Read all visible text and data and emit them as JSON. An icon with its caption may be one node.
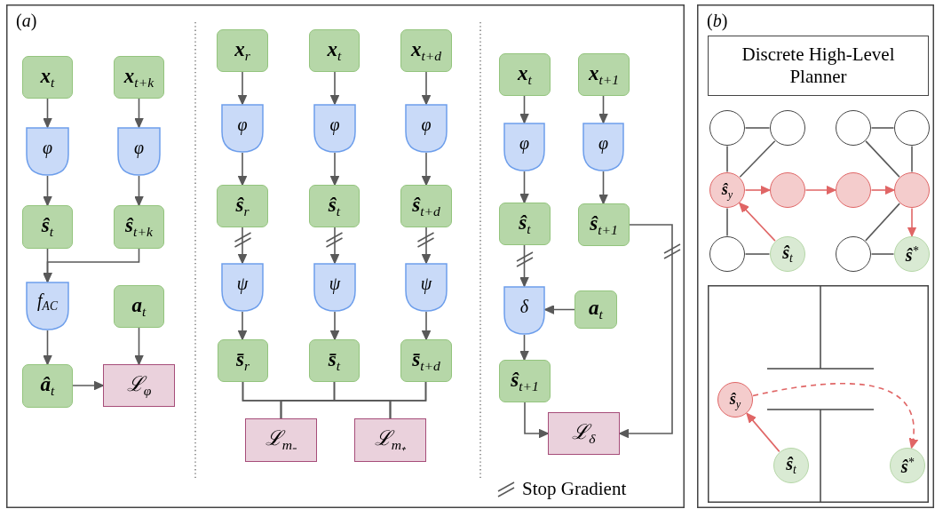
{
  "diagram": {
    "nodes": [
      {
        "text": [
          "(*a*)"
        ]
      },
      {
        "text": [
          "**x**$_{t}$"
        ],
        "in": 0
      },
      {
        "text": [
          "**x**$_{t+k}$"
        ],
        "in": 0
      },
      {
        "text": [
          "φ"
        ],
        "in": 0
      },
      {
        "text": [
          "φ"
        ],
        "in": 0
      },
      {
        "text": [
          "**ŝ**$_{t}$"
        ],
        "in": 0
      },
      {
        "text": [
          "**ŝ**$_{t+k}$"
        ],
        "in": 0
      },
      {
        "text": [
          "f$_{AC}$"
        ],
        "in": 0
      },
      {
        "text": [
          "**a**$_{t}$"
        ],
        "in": 0
      },
      {
        "text": [
          "**â**$_{t}$"
        ],
        "in": 0
      },
      {
        "text": [
          "ℒ$_{φ}$"
        ],
        "in": 0
      },
      {
        "text": [
          "**x**$_{r}$"
        ],
        "in": 0
      },
      {
        "text": [
          "**x**$_{t}$"
        ],
        "in": 0
      },
      {
        "text": [
          "**x**$_{t+d}$"
        ],
        "in": 0
      },
      {
        "text": [
          "φ"
        ],
        "in": 0
      },
      {
        "text": [
          "φ"
        ],
        "in": 0
      },
      {
        "text": [
          "φ"
        ],
        "in": 0
      },
      {
        "text": [
          "**ŝ**$_{r}$"
        ],
        "in": 0
      },
      {
        "text": [
          "**ŝ**$_{t}$"
        ],
        "in": 0
      },
      {
        "text": [
          "**ŝ**$_{t+d}$"
        ],
        "in": 0
      },
      {
        "text": [
          "ψ"
        ],
        "in": 0
      },
      {
        "text": [
          "ψ"
        ],
        "in": 0
      },
      {
        "text": [
          "ψ"
        ],
        "in": 0
      },
      {
        "text": [
          "**s̄**$_{r}$"
        ],
        "in": 0
      },
      {
        "text": [
          "**s̄**$_{t}$"
        ],
        "in": 0
      },
      {
        "text": [
          "**s̄**$_{t+d}$"
        ],
        "in": 0
      },
      {
        "text": [
          "ℒ$_{m₋}$"
        ],
        "in": 0
      },
      {
        "text": [
          "ℒ$_{m₊}$"
        ],
        "in": 0
      },
      {
        "text": [
          "**x**$_{t}$"
        ],
        "in": 0
      },
      {
        "text": [
          "**x**$_{t+1}$"
        ],
        "in": 0
      },
      {
        "text": [
          "φ"
        ],
        "in": 0
      },
      {
        "text": [
          "φ"
        ],
        "in": 0
      },
      {
        "text": [
          "**ŝ**$_{t}$"
        ],
        "in": 0
      },
      {
        "text": [
          "**ŝ**$_{t+1}$"
        ],
        "in": 0
      },
      {
        "text": [
          "δ"
        ],
        "in": 0
      },
      {
        "text": [
          "**a**$_{t}$"
        ],
        "in": 0
      },
      {
        "text": [
          "**ŝ**$_{t+1}$"
        ],
        "in": 0
      },
      {
        "text": [
          "ℒ$_{δ}$"
        ],
        "in": 0
      },
      {
        "text": [
          "(*b*)"
        ]
      },
      {
        "text": [
          "Discrete High-Level Planner"
        ],
        "in": 38
      },
      {
        "text": [],
        "shape": "circle",
        "in": 38
      },
      {
        "text": [],
        "shape": "circle",
        "in": 38
      },
      {
        "text": [],
        "shape": "circle",
        "in": 38
      },
      {
        "text": [],
        "shape": "circle",
        "in": 38
      },
      {
        "text": [
          "**ŝ**$_{y}$"
        ],
        "in": 38
      },
      {
        "text": [],
        "shape": "circle",
        "in": 38
      },
      {
        "text": [],
        "shape": "circle",
        "in": 38
      },
      {
        "text": [],
        "shape": "circle",
        "in": 38
      },
      {
        "text": [],
        "shape": "circle",
        "in": 38
      },
      {
        "text": [
          "**ŝ**$_{t}$"
        ],
        "in": 38
      },
      {
        "text": [],
        "shape": "circle",
        "in": 38
      },
      {
        "text": [
          "**ŝ**$^{*}$"
        ],
        "in": 38
      },
      {
        "text": [],
        "shape": "box",
        "in": 38
      },
      {
        "text": [
          "**ŝ**$_{y}$"
        ],
        "in": 52
      },
      {
        "text": [
          "**ŝ**$_{t}$"
        ],
        "in": 52
      },
      {
        "text": [
          "**ŝ**$^{*}$"
        ],
        "in": 52
      }
    ],
    "edges": [
      {
        "from": 1,
        "to": 3,
        "arrow": "to"
      },
      {
        "from": 2,
        "to": 4,
        "arrow": "to"
      },
      {
        "from": 3,
        "to": 5,
        "arrow": "to"
      },
      {
        "from": 4,
        "to": 6,
        "arrow": "to"
      },
      {
        "from": 5,
        "to": 7,
        "arrow": "to"
      },
      {
        "from": 6,
        "to": 7,
        "arrow": "to"
      },
      {
        "from": 7,
        "to": 9,
        "arrow": "to"
      },
      {
        "from": 8,
        "to": 10,
        "arrow": "to"
      },
      {
        "from": 9,
        "to": 10,
        "arrow": "to"
      },
      {
        "from": 11,
        "to": 14,
        "arrow": "to"
      },
      {
        "from": 12,
        "to": 15,
        "arrow": "to"
      },
      {
        "from": 13,
        "to": 16,
        "arrow": "to"
      },
      {
        "from": 14,
        "to": 17,
        "arrow": "to"
      },
      {
        "from": 15,
        "to": 18,
        "arrow": "to"
      },
      {
        "from": 16,
        "to": 19,
        "arrow": "to"
      },
      {
        "from": 17,
        "to": 20,
        "arrow": "to"
      },
      {
        "from": 18,
        "to": 21,
        "arrow": "to"
      },
      {
        "from": 19,
        "to": 22,
        "arrow": "to"
      },
      {
        "from": 20,
        "to": 23,
        "arrow": "to"
      },
      {
        "from": 21,
        "to": 24,
        "arrow": "to"
      },
      {
        "from": 22,
        "to": 25,
        "arrow": "to"
      },
      {
        "from": 23,
        "to": 26,
        "arrow": "none"
      },
      {
        "from": 24,
        "to": 26,
        "arrow": "none"
      },
      {
        "from": 25,
        "to": 26,
        "arrow": "none"
      },
      {
        "from": 23,
        "to": 27,
        "arrow": "none"
      },
      {
        "from": 24,
        "to": 27,
        "arrow": "none"
      },
      {
        "from": 25,
        "to": 27,
        "arrow": "none"
      },
      {
        "from": 28,
        "to": 30,
        "arrow": "to"
      },
      {
        "from": 29,
        "to": 31,
        "arrow": "to"
      },
      {
        "from": 30,
        "to": 32,
        "arrow": "to"
      },
      {
        "from": 31,
        "to": 33,
        "arrow": "to"
      },
      {
        "from": 32,
        "to": 34,
        "arrow": "to"
      },
      {
        "from": 35,
        "to": 34,
        "arrow": "to"
      },
      {
        "from": 34,
        "to": 36,
        "arrow": "to"
      },
      {
        "from": 36,
        "to": 37,
        "arrow": "to"
      },
      {
        "from": 33,
        "to": 37,
        "arrow": "to"
      },
      {
        "from": 40,
        "to": 41,
        "arrow": "none"
      },
      {
        "from": 40,
        "to": 44,
        "arrow": "none"
      },
      {
        "from": 41,
        "to": 44,
        "arrow": "none"
      },
      {
        "from": 44,
        "to": 48,
        "arrow": "none"
      },
      {
        "from": 48,
        "to": 49,
        "arrow": "none"
      },
      {
        "from": 49,
        "to": 44,
        "arrow": "to",
        "color": "#e06666"
      },
      {
        "from": 44,
        "to": 45,
        "arrow": "to",
        "color": "#e06666"
      },
      {
        "from": 45,
        "to": 46,
        "arrow": "to",
        "color": "#e06666"
      },
      {
        "from": 46,
        "to": 47,
        "arrow": "to",
        "color": "#e06666"
      },
      {
        "from": 42,
        "to": 43,
        "arrow": "none"
      },
      {
        "from": 42,
        "to": 47,
        "arrow": "none"
      },
      {
        "from": 43,
        "to": 47,
        "arrow": "none"
      },
      {
        "from": 47,
        "to": 50,
        "arrow": "none"
      },
      {
        "from": 50,
        "to": 51,
        "arrow": "none"
      },
      {
        "from": 47,
        "to": 51,
        "arrow": "to",
        "color": "#e06666"
      },
      {
        "from": 54,
        "to": 53,
        "arrow": "to",
        "color": "#e06666"
      },
      {
        "from": 53,
        "to": 55,
        "arrow": "to",
        "style": "dashed",
        "color": "#e06666"
      }
    ],
    "legend": [
      {
        "text": "Stop Gradient"
      }
    ]
  }
}
